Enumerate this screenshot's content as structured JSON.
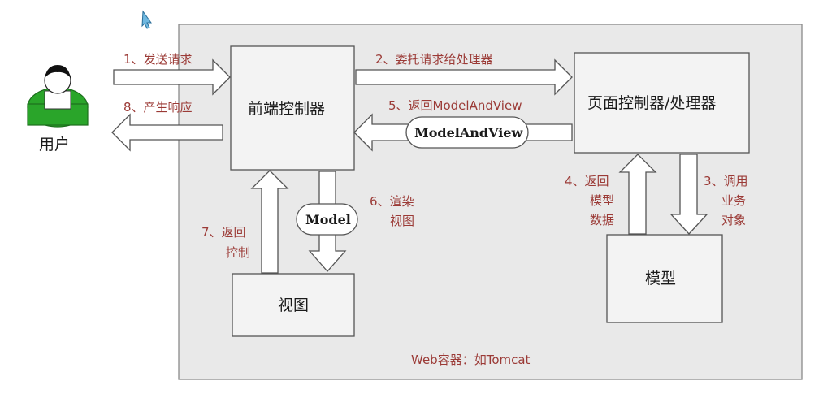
{
  "user": {
    "label": "用户"
  },
  "boxes": {
    "front_controller": "前端控制器",
    "page_controller": "页面控制器/处理器",
    "model": "模型",
    "view": "视图"
  },
  "pills": {
    "model_and_view": "ModelAndView",
    "model": "Model"
  },
  "annotations": {
    "step1": "1、发送请求",
    "step2": "2、委托请求给处理器",
    "step3": [
      "3、调用",
      "业务",
      "对象"
    ],
    "step4": [
      "4、返回",
      "模型",
      "数据"
    ],
    "step5": "5、返回ModelAndView",
    "step6": [
      "6、渲染",
      "视图"
    ],
    "step7": [
      "7、返回",
      "控制"
    ],
    "step8": "8、产生响应"
  },
  "container_label": "Web容器：如Tomcat",
  "colors": {
    "annotation": "#9b3a36",
    "user_shirt": "#2aa52a",
    "container_fill": "#e9e9e9",
    "box_fill": "#f3f3f3"
  }
}
